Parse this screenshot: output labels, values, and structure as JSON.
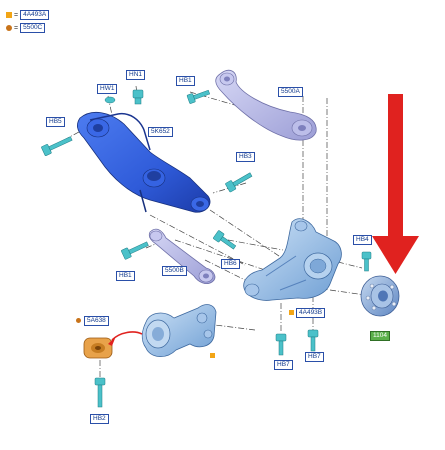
{
  "legend": {
    "square_code": "4A493A",
    "dot_code": "5500C",
    "equals": "="
  },
  "labels": {
    "HN1": "HN1",
    "HW1": "HW1",
    "HB1_top": "HB1",
    "HB5": "HB5",
    "5K652": "5K652",
    "5500A": "5500A",
    "HB3": "HB3",
    "HB1_mid": "HB1",
    "5500B": "5500B",
    "HB6": "HB6",
    "HB4": "HB4",
    "4A493B": "4A493B",
    "1104": "1104",
    "5A638": "5A638",
    "HB7_a": "HB7",
    "HB7_b": "HB7",
    "HB2": "HB2"
  },
  "colors": {
    "tag_border": "#2a4fa8",
    "tag_text": "#123a8c",
    "green_tag": "#5bb04a",
    "arrow_red": "#e0221f",
    "bolt_teal": "#4bc1c9",
    "arm_blue": "#2f5bd9",
    "link_lavender": "#b7b8e6",
    "knuckle_blue": "#9ec3e8",
    "bushing_orange": "#e8a24a",
    "legend_square": "#f2a516",
    "legend_dot": "#c8731a"
  }
}
